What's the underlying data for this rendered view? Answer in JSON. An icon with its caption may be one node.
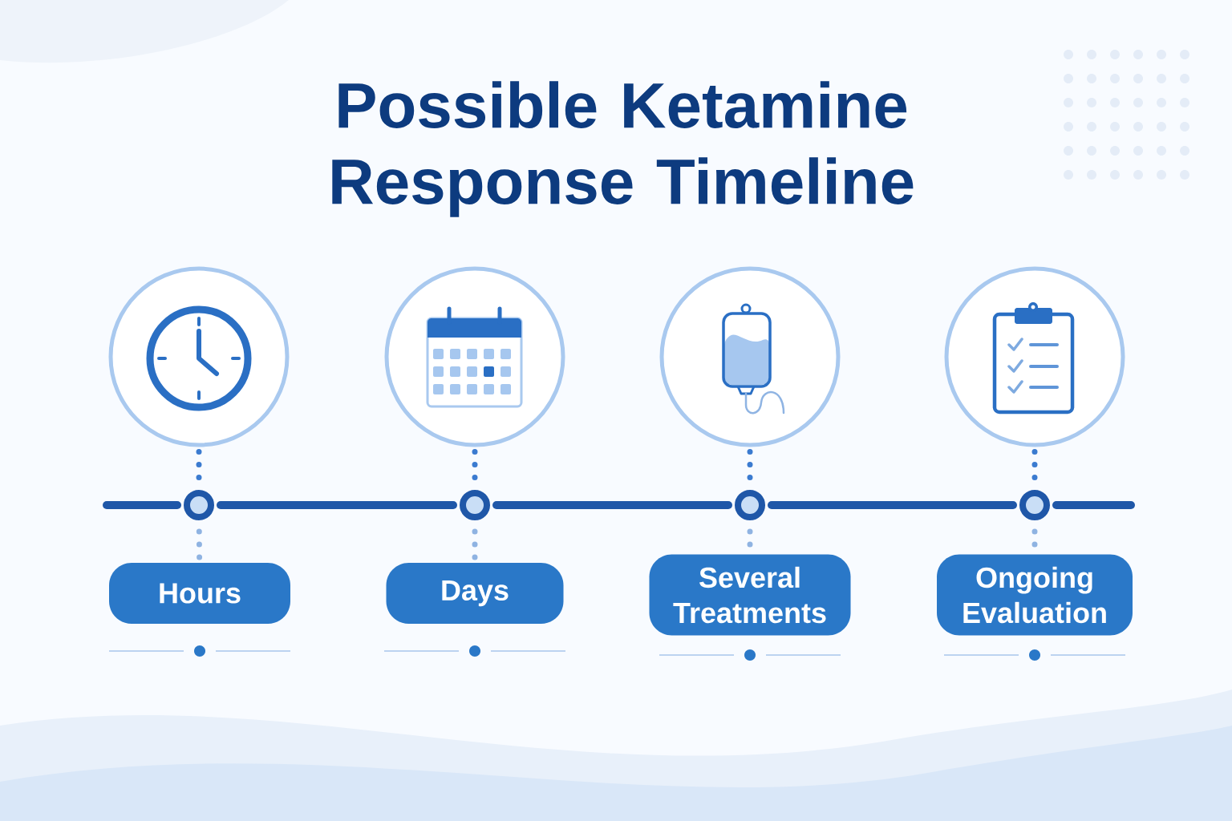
{
  "diagram": {
    "title": "Possible Ketamine Response Timeline",
    "nodes": [
      {
        "text": [],
        "shape": "circle"
      },
      {
        "text": [],
        "shape": "circle"
      },
      {
        "text": [],
        "shape": "circle"
      },
      {
        "text": [],
        "shape": "circle"
      },
      {
        "text": [],
        "shape": "circle"
      },
      {
        "text": [],
        "shape": "circle"
      },
      {
        "text": [],
        "shape": "circle"
      },
      {
        "text": [],
        "shape": "circle"
      },
      {
        "text": [
          "Hours"
        ]
      },
      {
        "text": [
          "Days"
        ]
      },
      {
        "text": [
          "Several Treatments"
        ]
      },
      {
        "text": [
          "Ongoing Evaluation"
        ]
      }
    ],
    "edges": [
      {
        "from": 0,
        "to": 4,
        "arrow": "none",
        "style": "dashed",
        "color": "#3b7bd0"
      },
      {
        "from": 4,
        "to": 8,
        "arrow": "none",
        "style": "dashed",
        "color": "#8fb3e2"
      },
      {
        "from": 1,
        "to": 5,
        "arrow": "none",
        "style": "dashed",
        "color": "#3b7bd0"
      },
      {
        "from": 5,
        "to": 9,
        "arrow": "none",
        "style": "dashed",
        "color": "#8fb3e2"
      },
      {
        "from": 2,
        "to": 6,
        "arrow": "none",
        "style": "dashed",
        "color": "#3b7bd0"
      },
      {
        "from": 6,
        "to": 10,
        "arrow": "none",
        "style": "dashed",
        "color": "#8fb3e2"
      },
      {
        "from": 3,
        "to": 7,
        "arrow": "none",
        "style": "dashed",
        "color": "#3b7bd0"
      },
      {
        "from": 7,
        "to": 11,
        "arrow": "none",
        "style": "dashed",
        "color": "#8fb3e2"
      },
      {
        "from": null,
        "to": 4,
        "arrow": "none"
      },
      {
        "from": 4,
        "to": 5,
        "arrow": "none"
      },
      {
        "from": 5,
        "to": 6,
        "arrow": "none"
      },
      {
        "from": 6,
        "to": 7,
        "arrow": "none"
      },
      {
        "from": 7,
        "to": null,
        "arrow": "none"
      }
    ]
  }
}
